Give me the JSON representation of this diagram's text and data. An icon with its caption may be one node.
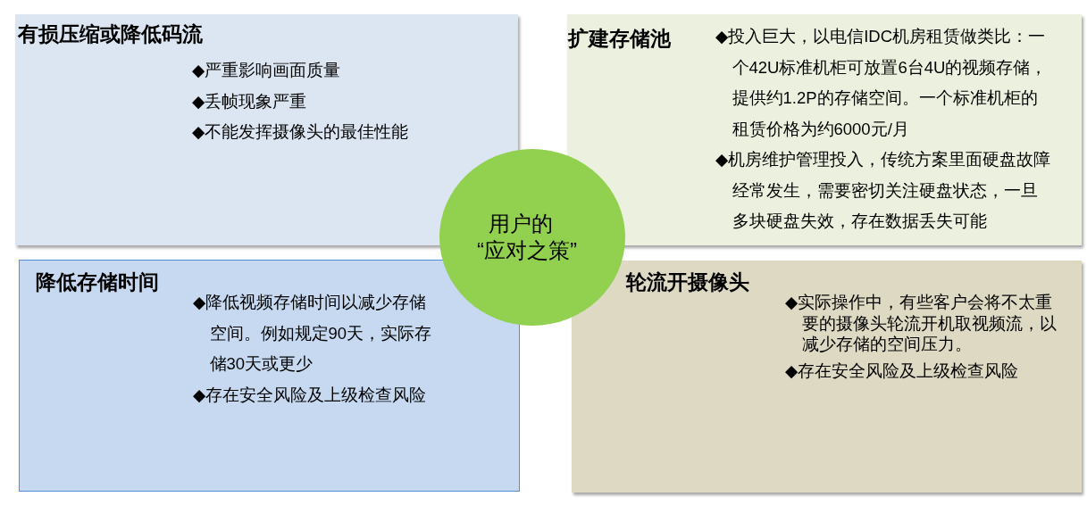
{
  "diagram": {
    "nodes": [
      {
        "text": [
          "有损压缩或降低码流",
          "◆严重影响画面质量",
          "◆丢帧现象严重",
          "◆不能发挥摄像头的最佳性能"
        ]
      },
      {
        "text": [
          "扩建存储池",
          "◆投入巨大，以电信IDC机房租赁做类比：一个42U标准机柜可放置6台4U的视频存储，提供约1.2P的存储空间。一个标准机柜的租赁价格为约6000元/月",
          "◆机房维护管理投入，传统方案里面硬盘故障经常发生，需要密切关注硬盘状态，一旦多块硬盘失效，存在数据丢失可能"
        ]
      },
      {
        "text": [
          "用户的“应对之策”"
        ]
      },
      {
        "text": [
          "降低存储时间",
          "◆降低视频存储时间以减少存储空间。例如规定90天，实际存储30天或更少",
          "◆存在安全风险及上级检查风险"
        ]
      },
      {
        "text": [
          "轮流开摄像头",
          "◆实际操作中，有些客户会将不太重要的摄像头轮流开机取视频流，以减少存储的空间压力。",
          "◆存在安全风险及上级检查风险"
        ]
      }
    ]
  }
}
